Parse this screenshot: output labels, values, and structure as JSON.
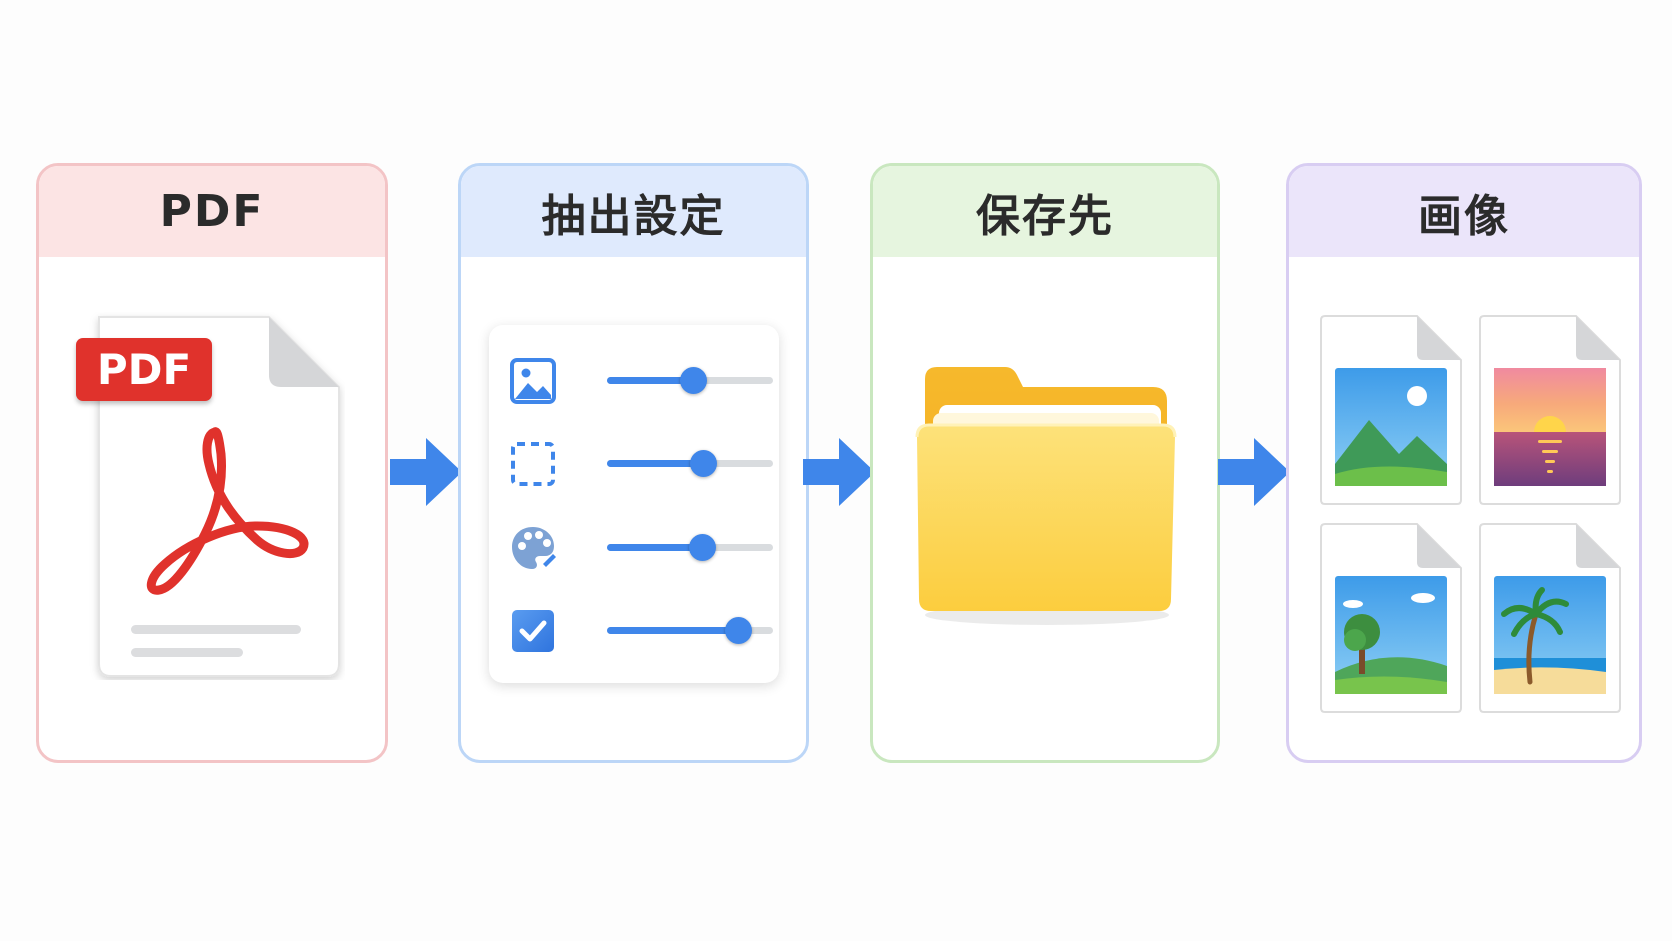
{
  "steps": [
    {
      "title": "PDF",
      "color": "#f3c4c6"
    },
    {
      "title": "抽出設定",
      "color": "#bcd6f7"
    },
    {
      "title": "保存先",
      "color": "#c9e7bf"
    },
    {
      "title": "画像",
      "color": "#d8cdf2"
    }
  ],
  "pdf": {
    "badge_label": "PDF",
    "icon": "acrobat-icon"
  },
  "settings": [
    {
      "icon": "image-icon",
      "level": 0.52
    },
    {
      "icon": "selection-icon",
      "level": 0.58
    },
    {
      "icon": "palette-icon",
      "level": 0.57
    },
    {
      "icon": "checkbox-icon",
      "level": 0.79
    }
  ],
  "destination": {
    "icon": "folder-icon"
  },
  "outputs": [
    {
      "icon": "mountain-image-icon"
    },
    {
      "icon": "sunset-image-icon"
    },
    {
      "icon": "tree-image-icon"
    },
    {
      "icon": "beach-image-icon"
    }
  ],
  "colors": {
    "arrow": "#3f86ea",
    "pdf_red": "#e0322c",
    "folder": "#fbd04a"
  }
}
